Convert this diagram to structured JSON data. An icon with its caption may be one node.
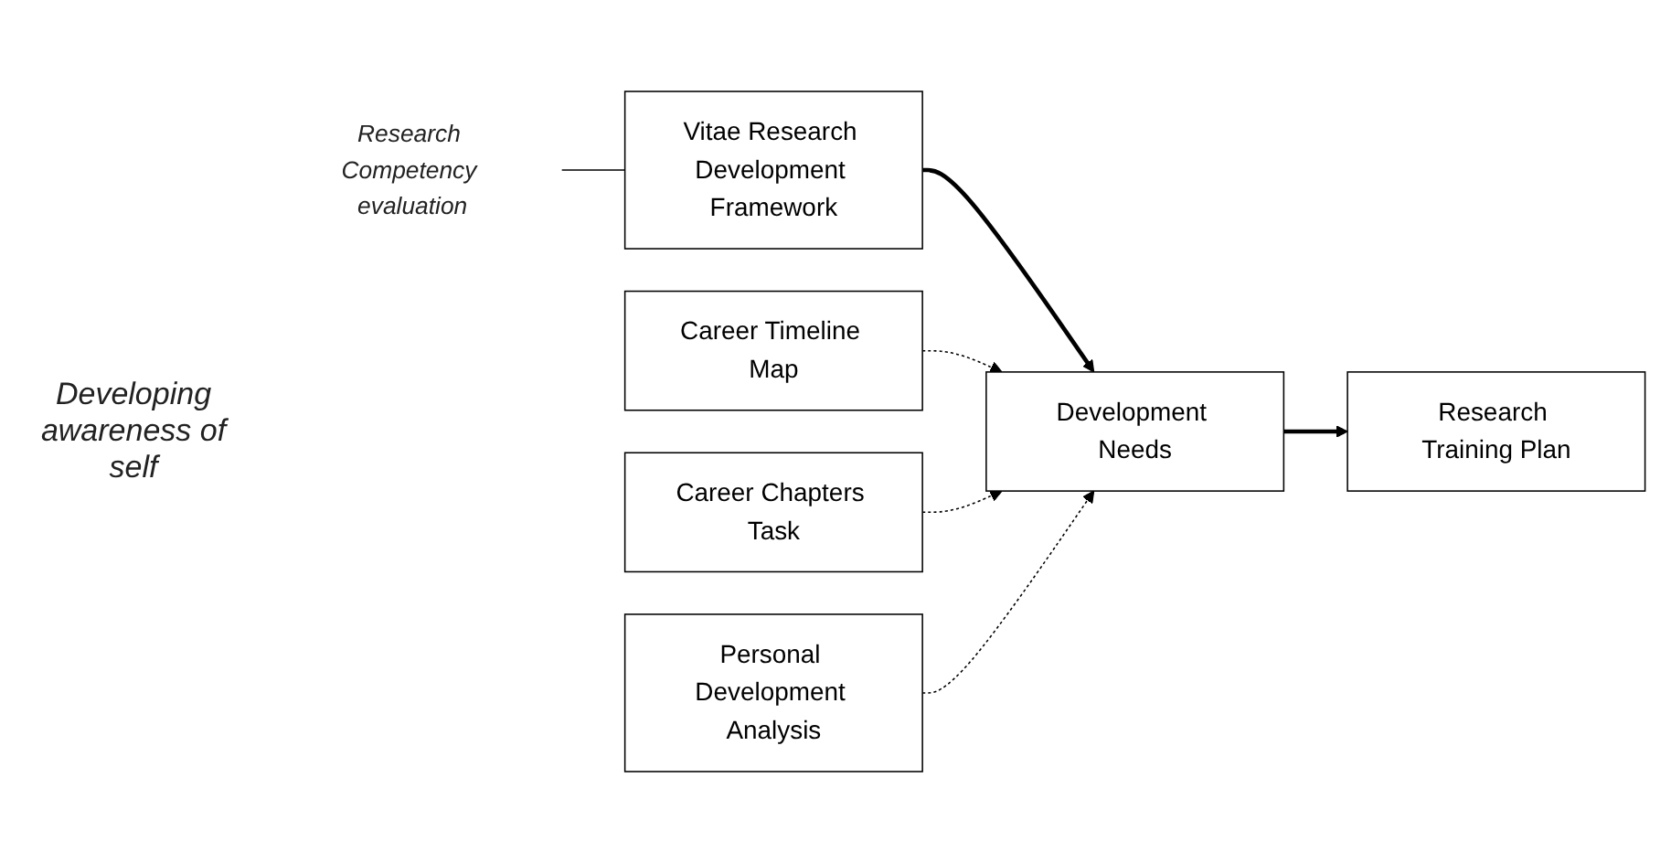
{
  "diagram": {
    "nodes": [
      {
        "text": [
          "Research Competency evaluation"
        ]
      },
      {
        "text": [
          "Vitae Research Development Framework"
        ]
      },
      {
        "text": [
          "Development Needs"
        ]
      },
      {
        "text": [
          "Research Training Plan"
        ]
      },
      {
        "text": [
          "Career Timeline Map"
        ]
      },
      {
        "text": [
          "Career Chapters Task"
        ]
      },
      {
        "text": [
          "Personal Development Analysis"
        ]
      }
    ],
    "edges": [
      {
        "from": 0,
        "to": 1,
        "arrow": "none"
      },
      {
        "from": 1,
        "to": 2,
        "arrow": "to",
        "style": "thick"
      },
      {
        "from": 2,
        "to": 3,
        "arrow": "to",
        "style": "thick"
      },
      {
        "from": 4,
        "to": 2,
        "arrow": "to",
        "style": "dashed"
      },
      {
        "from": 5,
        "to": 2,
        "arrow": "to",
        "style": "dashed"
      },
      {
        "from": 6,
        "to": 2,
        "arrow": "to",
        "style": "dashed"
      }
    ],
    "labels": [
      "Developing awareness of self"
    ]
  }
}
